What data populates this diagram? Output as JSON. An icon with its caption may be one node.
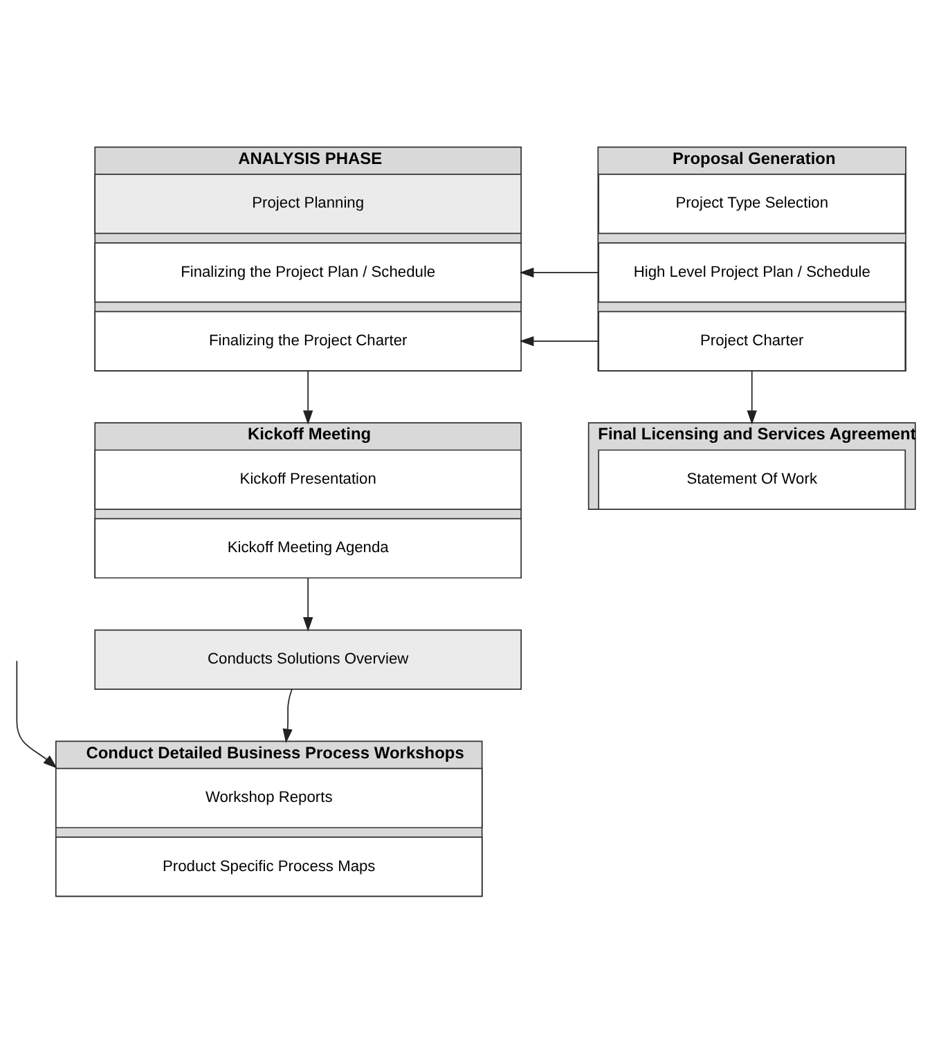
{
  "diagram": {
    "nodes": [
      {
        "text": [
          "Proposal Generation"
        ]
      },
      {
        "text": [
          "Project Type Selection"
        ],
        "in": 0
      },
      {
        "text": [
          "High Level Project Plan / Schedule"
        ],
        "in": 0
      },
      {
        "text": [
          "Project Charter"
        ],
        "in": 0
      },
      {
        "text": [
          "Final Licensing and Services Agreement"
        ]
      },
      {
        "text": [
          "Statement Of Work"
        ],
        "in": 4
      },
      {
        "text": [
          "ANALYSIS PHASE"
        ]
      },
      {
        "text": [
          "Project Planning"
        ],
        "in": 6
      },
      {
        "text": [
          "Finalizing the Project Plan / Schedule"
        ],
        "in": 6
      },
      {
        "text": [
          "Finalizing the Project Charter"
        ],
        "in": 6
      },
      {
        "text": [
          "Kickoff Meeting"
        ]
      },
      {
        "text": [
          "Kickoff Presentation"
        ],
        "in": 10
      },
      {
        "text": [
          "Kickoff Meeting Agenda"
        ],
        "in": 10
      },
      {
        "text": [
          "Conducts Solutions Overview"
        ]
      },
      {
        "text": [
          "Conduct Detailed Business Process Workshops"
        ]
      },
      {
        "text": [
          "Workshop Reports"
        ],
        "in": 14
      },
      {
        "text": [
          "Product Specific Process Maps"
        ],
        "in": 14
      }
    ],
    "edges": [
      {
        "from": 2,
        "to": 8,
        "arrow": "to"
      },
      {
        "from": 3,
        "to": 9,
        "arrow": "to"
      },
      {
        "from": 0,
        "to": 4,
        "arrow": "to"
      },
      {
        "from": 6,
        "to": 10,
        "arrow": "to"
      },
      {
        "from": 10,
        "to": 13,
        "arrow": "to"
      },
      {
        "from": 13,
        "to": 14,
        "arrow": "to"
      },
      {
        "from": null,
        "to": 14,
        "arrow": "to"
      }
    ]
  }
}
